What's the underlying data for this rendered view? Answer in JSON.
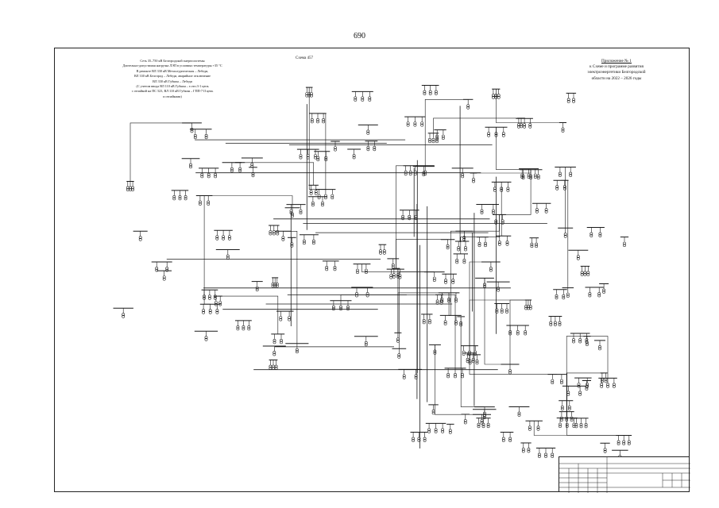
{
  "page": {
    "number": "690"
  },
  "sheet": {
    "scheme_title": "Схема 457",
    "note_lines": [
      "Сеть 35–750 кВ Белгородской энергосистемы",
      "Длительно-допустимая нагрузка ЛЭП в условиях температуры +35 °С",
      "В ремонте ВЛ 330 кВ Металлургическая – Лебеди,",
      "ВЛ 330 кВ Белгород – Лебеди, аварийное отключение",
      "ВЛ 330 кВ Губкин – Лебеди",
      "(С учетом ввода ВЛ 110 кВ Губкин – т.отп.3-1 цепь",
      "с отпайкой на ПС 523, ВЛ 110 кВ Губкин – ГПП-7 II цепь",
      "и отпайками)"
    ],
    "appendix_lines": [
      "Приложение № 1",
      "к Схеме и программе развития",
      "электроэнергетики Белгородской",
      "области на 2022 – 2026 годы"
    ]
  },
  "diagram": {
    "type": "electrical network single-line schematic",
    "line_color": "#1a1a1a"
  }
}
